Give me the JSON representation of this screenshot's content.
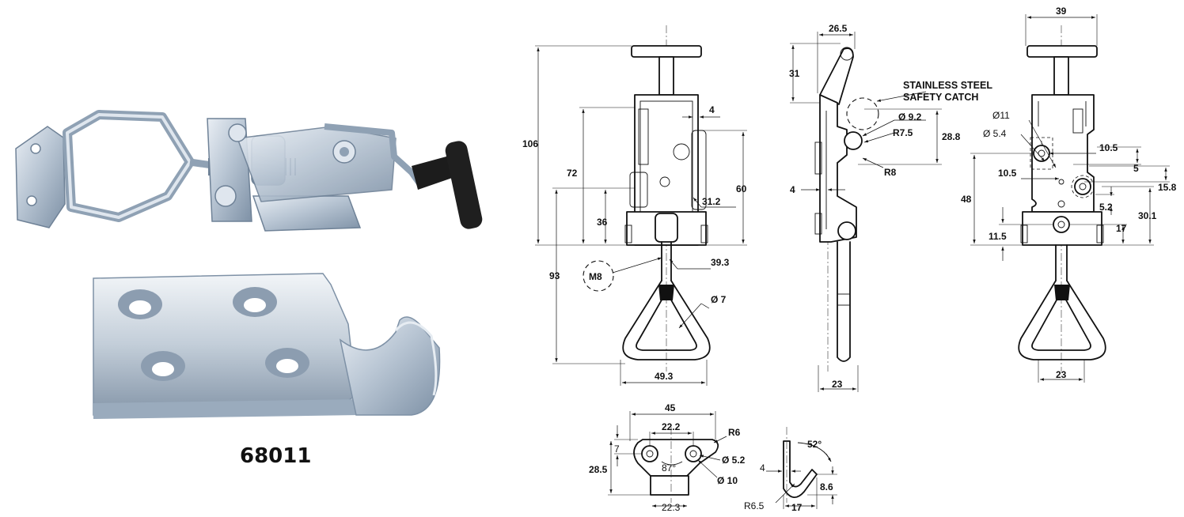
{
  "part_number": "68011",
  "colors": {
    "line": "#111111",
    "zinc": "#b9c6d4",
    "zinc_dark": "#6f8297",
    "rubber": "#1c1c1c",
    "background": "#ffffff"
  },
  "notes": {
    "safety_catch": [
      "STAINLESS STEEL",
      "SAFETY CATCH"
    ]
  },
  "front_view": {
    "height_total": "106",
    "upper_body": "72",
    "body_height": "60",
    "lower_body": "36",
    "lever_reach": "93",
    "gap": "4",
    "body_width": "31.2",
    "width_39_3": "39.3",
    "thread": "M8",
    "wire": "Ø 7",
    "loop_width": "49.3"
  },
  "side_view": {
    "top_width": "26.5",
    "lever_height": "31",
    "pin": "Ø 9.2",
    "radius_75": "R7.5",
    "offset": "28.8",
    "radius_8": "R8",
    "gap": "4",
    "bottom_width": "23"
  },
  "rear_view": {
    "width": "39",
    "hole_11": "Ø11",
    "hole_54": "Ø 5.4",
    "dim_105_right": "10.5",
    "dim_105_left": "10.5",
    "dim_5": "5",
    "dim_158": "15.8",
    "height_48": "48",
    "dim_52": "5.2",
    "dim_301": "30.1",
    "dim_17": "17",
    "dim_115": "11.5",
    "loop_width": "23"
  },
  "base_plate": {
    "width": "45",
    "pitch": "22.2",
    "radius": "R6",
    "dim_7": "7",
    "height": "28.5",
    "angle": "87°",
    "hole_52": "Ø 5.2",
    "hole_10": "Ø 10",
    "neck": "22.3"
  },
  "catch_profile": {
    "angle": "52°",
    "thickness": "4",
    "height": "8.6",
    "radius": "R6.5",
    "width": "17"
  }
}
